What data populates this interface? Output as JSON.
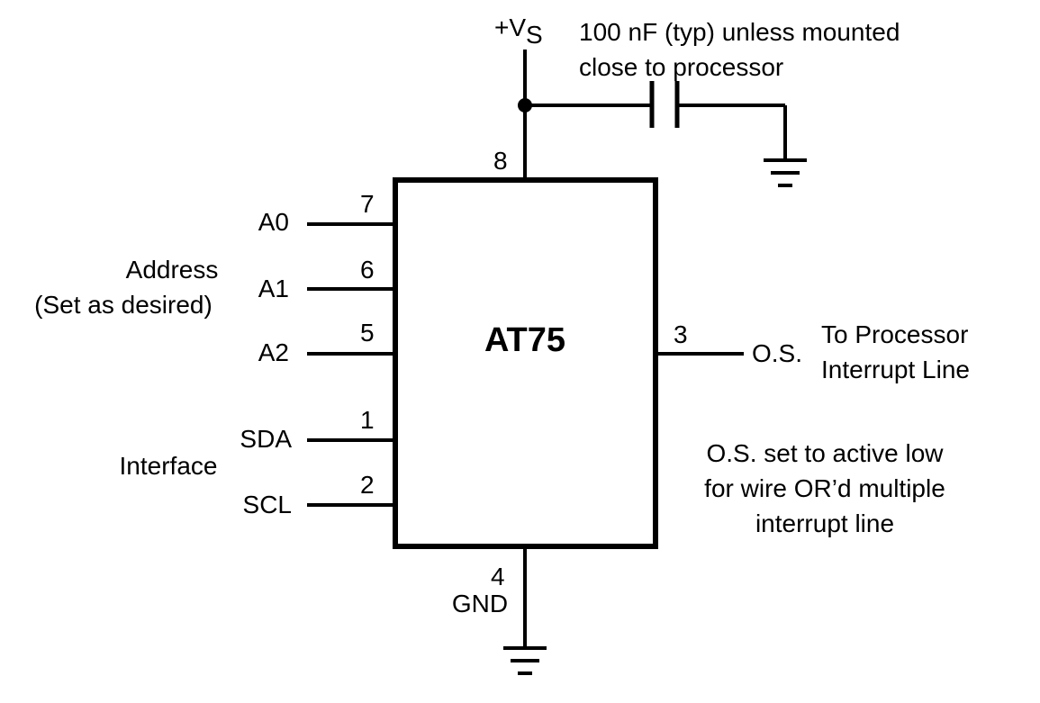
{
  "chip": {
    "name": "AT75"
  },
  "supply": {
    "label_main": "+V",
    "label_sub": "S",
    "pin": "8"
  },
  "capacitor": {
    "note_line1": "100 nF (typ) unless mounted",
    "note_line2": "close to processor"
  },
  "ground": {
    "pin": "4",
    "label": "GND"
  },
  "address": {
    "group_label_line1": "Address",
    "group_label_line2": "(Set as desired)",
    "pins": [
      {
        "label": "A0",
        "pin": "7"
      },
      {
        "label": "A1",
        "pin": "6"
      },
      {
        "label": "A2",
        "pin": "5"
      }
    ]
  },
  "interface": {
    "group_label": "Interface",
    "pins": [
      {
        "label": "SDA",
        "pin": "1"
      },
      {
        "label": "SCL",
        "pin": "2"
      }
    ]
  },
  "os": {
    "pin": "3",
    "label": "O.S.",
    "dest_line1": "To Processor",
    "dest_line2": "Interrupt Line",
    "note_line1": "O.S. set to active low",
    "note_line2": "for wire OR’d multiple",
    "note_line3": "interrupt line"
  }
}
